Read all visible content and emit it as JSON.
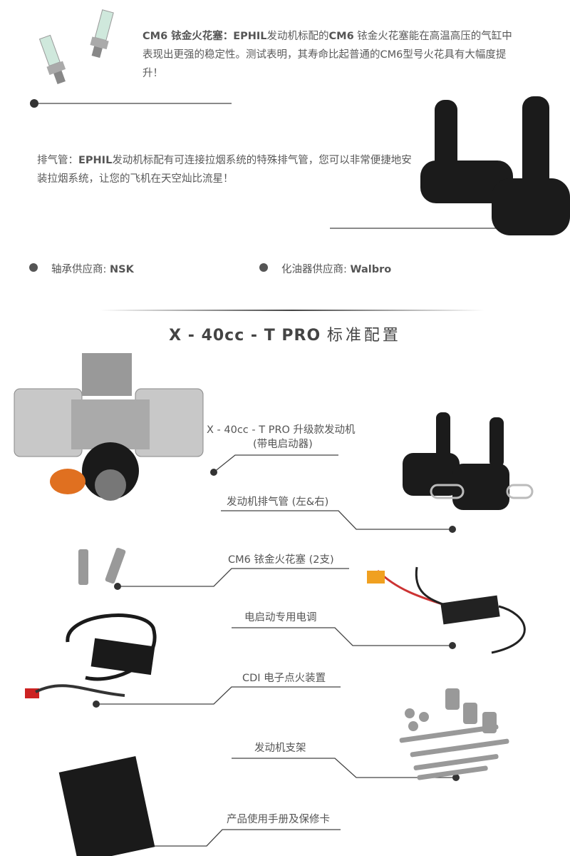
{
  "features": {
    "spark_plug": {
      "title": "CM6 铱金火花塞：",
      "brand": "EPHIL",
      "text_a": "发动机标配的",
      "model": "CM6",
      "text_b": " 铱金火花塞能在高温高压的气缸中表现出更强的稳定性。测试表明，其寿命比起普通的CM6型号火花具有大幅度提升！"
    },
    "exhaust": {
      "title": "排气管：",
      "brand": "EPHIL",
      "text": "发动机标配有可连接拉烟系统的特殊排气管，您可以非常便捷地安装拉烟系统，让您的飞机在天空灿比流星！"
    },
    "suppliers": [
      {
        "label": "轴承供应商: ",
        "value": "NSK"
      },
      {
        "label": "化油器供应商: ",
        "value": "Walbro"
      }
    ]
  },
  "package": {
    "title_model": "X - 40cc - T PRO ",
    "title_cn": "标准配置",
    "items": [
      {
        "label": "X - 40cc - T PRO 升级款发动机",
        "sub": "(带电启动器)"
      },
      {
        "label": "发动机排气管 (左&右)"
      },
      {
        "label": "CM6 铱金火花塞 (2支)"
      },
      {
        "label": "电启动专用电调"
      },
      {
        "label": "CDI 电子点火装置"
      },
      {
        "label": "发动机支架"
      },
      {
        "label": "产品使用手册及保修卡"
      }
    ]
  }
}
